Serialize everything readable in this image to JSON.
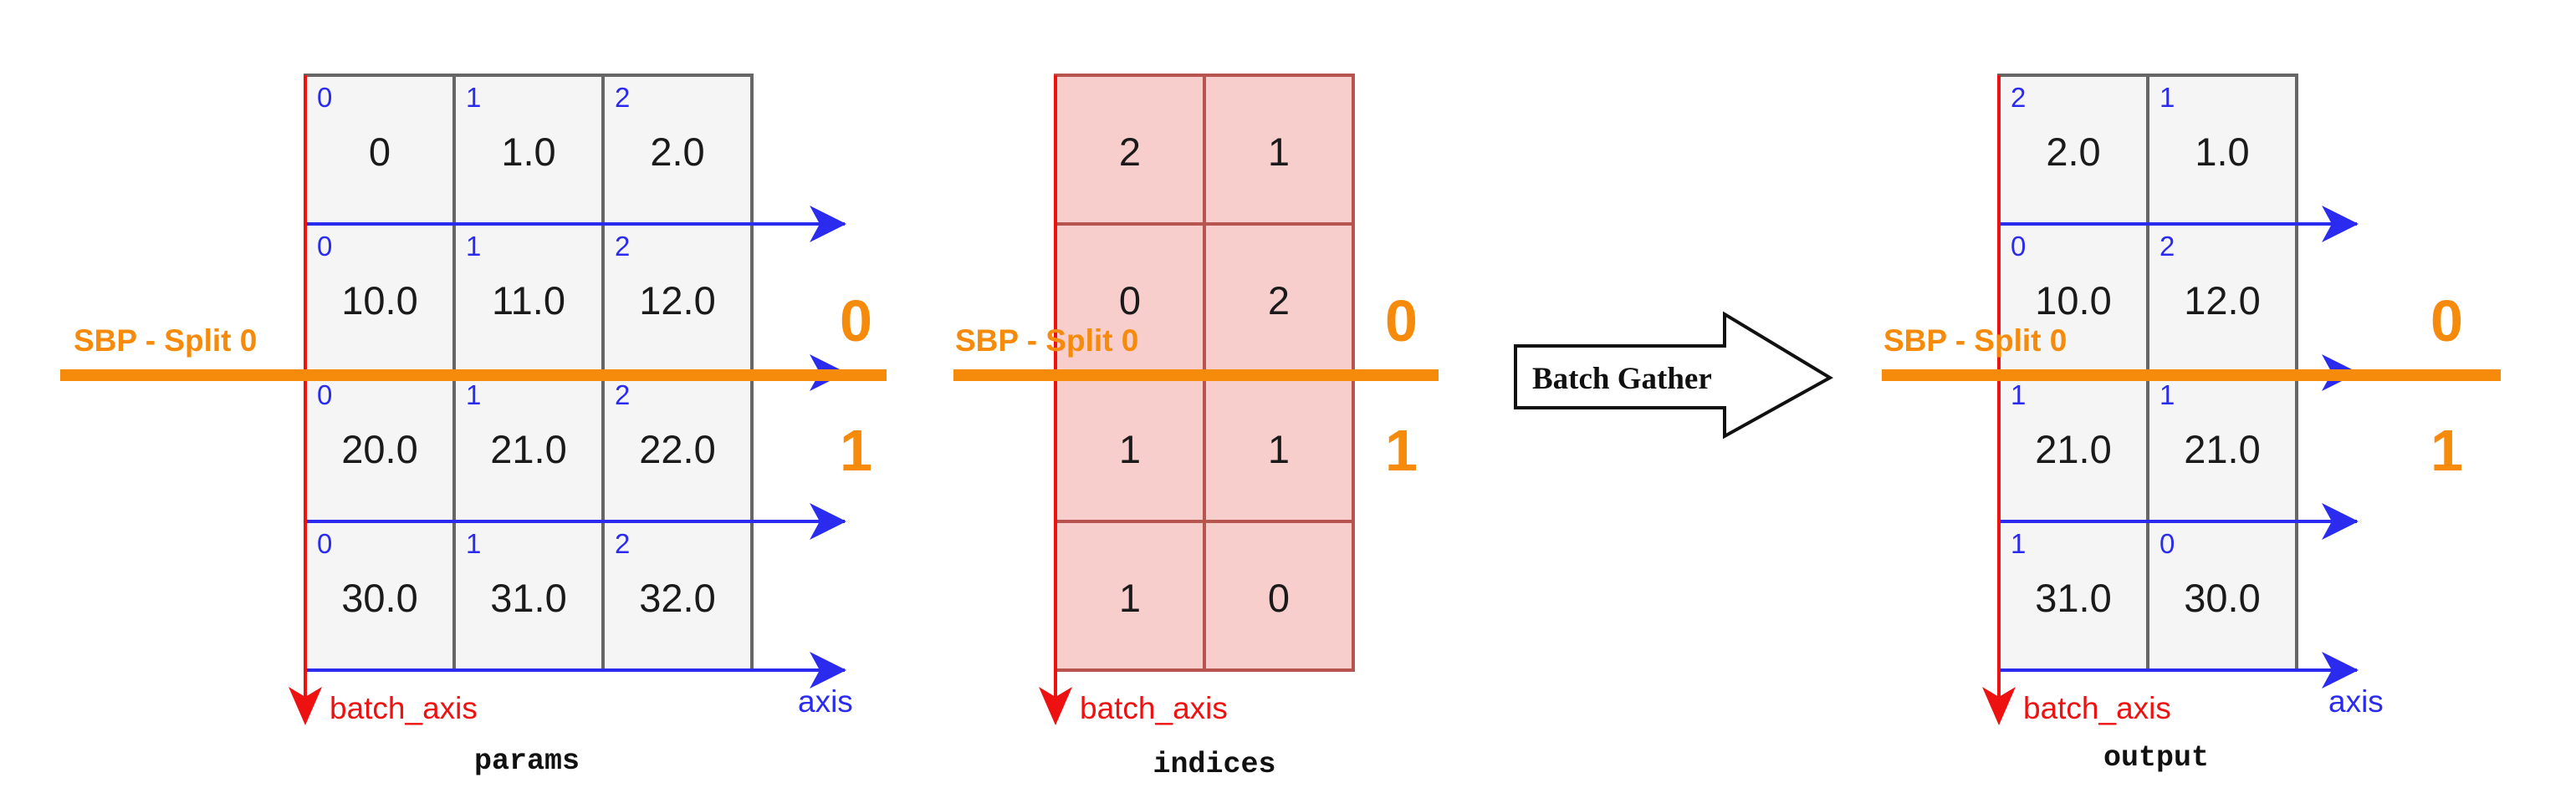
{
  "colors": {
    "grid_fill": "#f5f5f5",
    "grid_stroke": "#666666",
    "indices_fill": "#f8cecc",
    "indices_stroke": "#b85450",
    "batch_axis": "#ee1111",
    "axis": "#2b2bf0",
    "sbp": "#f58a0b"
  },
  "params": {
    "caption": "params",
    "batch_axis_label": "batch_axis",
    "axis_label": "axis",
    "sbp_label": "SBP - Split 0",
    "part_top": "0",
    "part_bottom": "1",
    "rows": [
      [
        {
          "v": "0",
          "i": "0"
        },
        {
          "v": "1.0",
          "i": "1"
        },
        {
          "v": "2.0",
          "i": "2"
        }
      ],
      [
        {
          "v": "10.0",
          "i": "0"
        },
        {
          "v": "11.0",
          "i": "1"
        },
        {
          "v": "12.0",
          "i": "2"
        }
      ],
      [
        {
          "v": "20.0",
          "i": "0"
        },
        {
          "v": "21.0",
          "i": "1"
        },
        {
          "v": "22.0",
          "i": "2"
        }
      ],
      [
        {
          "v": "30.0",
          "i": "0"
        },
        {
          "v": "31.0",
          "i": "1"
        },
        {
          "v": "32.0",
          "i": "2"
        }
      ]
    ]
  },
  "indices": {
    "caption": "indices",
    "batch_axis_label": "batch_axis",
    "sbp_label": "SBP - Split 0",
    "part_top": "0",
    "part_bottom": "1",
    "rows": [
      [
        "2",
        "1"
      ],
      [
        "0",
        "2"
      ],
      [
        "1",
        "1"
      ],
      [
        "1",
        "0"
      ]
    ]
  },
  "operation": {
    "label": "Batch Gather"
  },
  "output": {
    "caption": "output",
    "batch_axis_label": "batch_axis",
    "axis_label": "axis",
    "sbp_label": "SBP - Split 0",
    "part_top": "0",
    "part_bottom": "1",
    "rows": [
      [
        {
          "v": "2.0",
          "i": "2"
        },
        {
          "v": "1.0",
          "i": "1"
        }
      ],
      [
        {
          "v": "10.0",
          "i": "0"
        },
        {
          "v": "12.0",
          "i": "2"
        }
      ],
      [
        {
          "v": "21.0",
          "i": "1"
        },
        {
          "v": "21.0",
          "i": "1"
        }
      ],
      [
        {
          "v": "31.0",
          "i": "1"
        },
        {
          "v": "30.0",
          "i": "0"
        }
      ]
    ]
  }
}
